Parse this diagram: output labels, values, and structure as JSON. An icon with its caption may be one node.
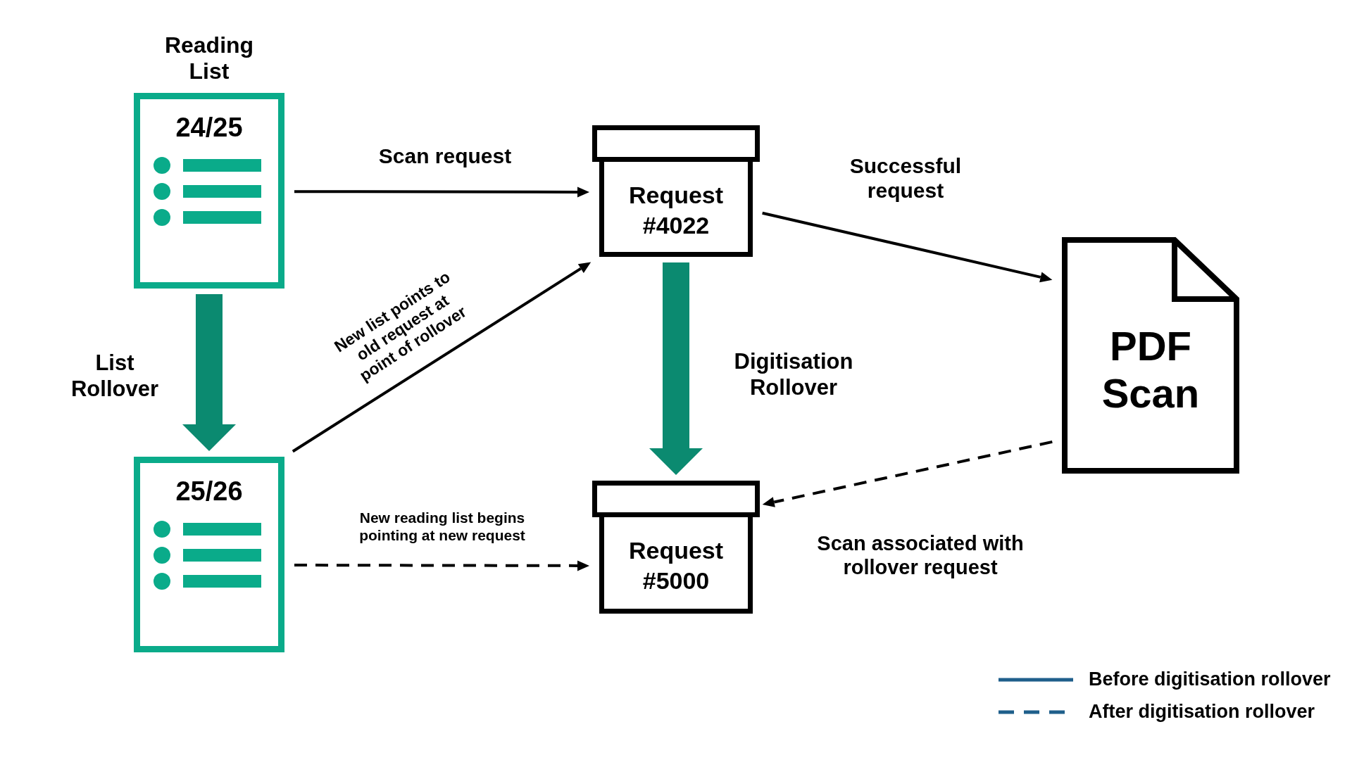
{
  "diagram": {
    "nodes": [
      {
        "text": [
          "Reading List",
          "24/25"
        ]
      },
      {
        "text": [
          "25/26"
        ]
      },
      {
        "text": [
          "Request #4022"
        ]
      },
      {
        "text": [
          "Request #5000"
        ]
      },
      {
        "text": [
          "PDF Scan"
        ]
      }
    ],
    "edges": [
      {
        "from": 0,
        "to": 2,
        "arrow": "to",
        "label": "Scan request"
      },
      {
        "from": 0,
        "to": 1,
        "arrow": "to",
        "label": "List Rollover",
        "style": "thick",
        "color": "#0b8a70"
      },
      {
        "from": 1,
        "to": 2,
        "arrow": "to",
        "label": "New list points to old request at point of rollover"
      },
      {
        "from": 1,
        "to": 3,
        "arrow": "to",
        "label": "New reading list begins pointing at new request",
        "style": "dashed"
      },
      {
        "from": 2,
        "to": 3,
        "arrow": "to",
        "label": "Digitisation Rollover",
        "style": "thick",
        "color": "#0b8a70"
      },
      {
        "from": 2,
        "to": 4,
        "arrow": "to",
        "label": "Successful request"
      },
      {
        "from": 4,
        "to": 3,
        "arrow": "to",
        "label": "Scan associated with rollover request",
        "style": "dashed"
      }
    ],
    "legend": [
      {
        "text": "Before digitisation rollover"
      },
      {
        "text": "After digitisation rollover"
      }
    ]
  }
}
